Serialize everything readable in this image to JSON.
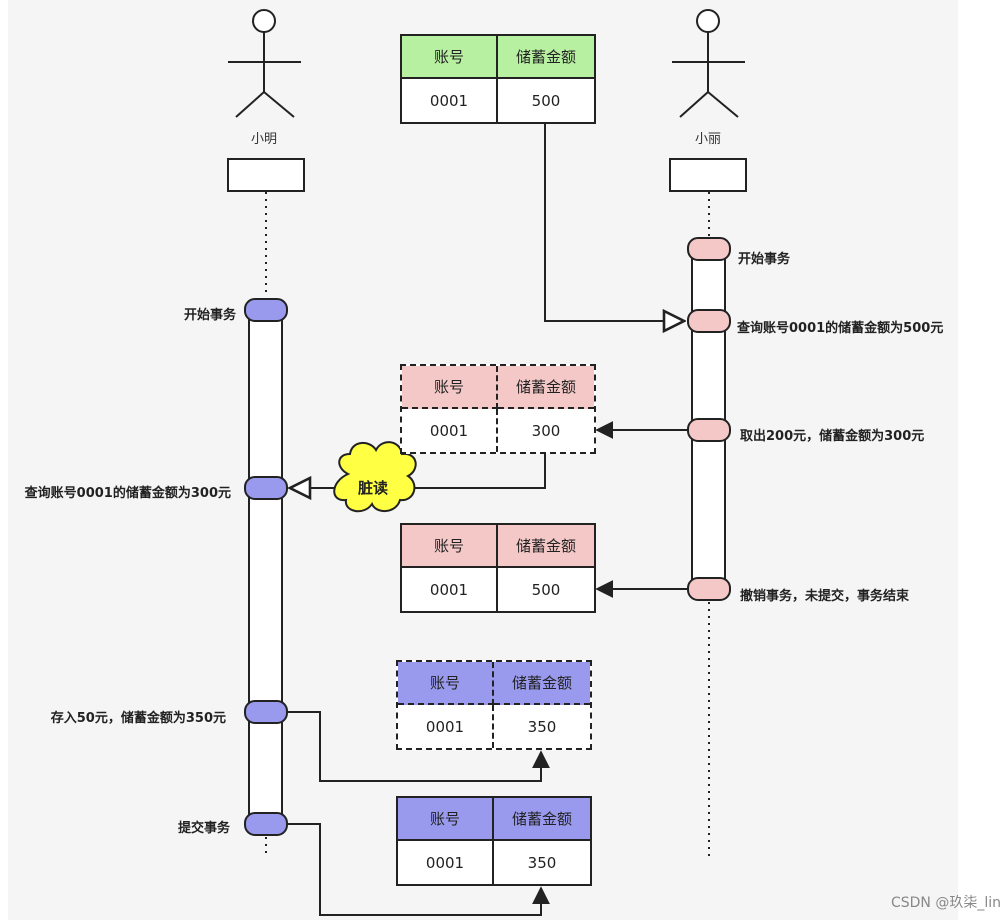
{
  "actors": {
    "left": {
      "name": "小明"
    },
    "right": {
      "name": "小丽"
    }
  },
  "table_headers": {
    "account": "账号",
    "balance": "储蓄金额"
  },
  "tables": {
    "initial": {
      "account": "0001",
      "balance": "500"
    },
    "after_withdraw": {
      "account": "0001",
      "balance": "300"
    },
    "after_rollback": {
      "account": "0001",
      "balance": "500"
    },
    "after_deposit": {
      "account": "0001",
      "balance": "350"
    },
    "after_commit": {
      "account": "0001",
      "balance": "350"
    }
  },
  "events": {
    "right_begin": "开始事务",
    "right_query": "查询账号0001的储蓄金额为500元",
    "right_withdraw": "取出200元，储蓄金额为300元",
    "right_rollback": "撤销事务，未提交，事务结束",
    "left_begin": "开始事务",
    "left_query": "查询账号0001的储蓄金额为300元",
    "left_deposit": "存入50元，储蓄金额为350元",
    "left_commit": "提交事务"
  },
  "dirty_read": "脏读",
  "watermark": "CSDN @玖柒_lin",
  "colors": {
    "green_header": "#b7f0a0",
    "pink": "#f5c8c8",
    "blue": "#9999ee",
    "cloud": "#ffff44"
  }
}
